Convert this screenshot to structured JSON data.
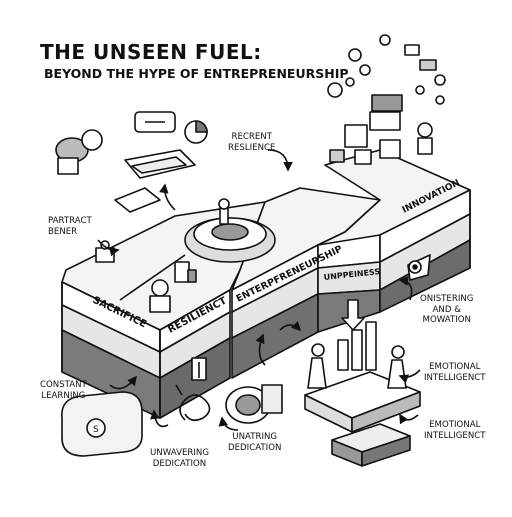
{
  "title": "THE UNSEEN FUEL:",
  "subtitle": "BEYOND THE HYPE OF ENTREPRENEURSHIP",
  "blocks": {
    "sacrifice": "SACRIFICE",
    "resilience": "RESILIENCT",
    "entrepreneurship": "ENTERPFRENEURSHIP",
    "unppeiness": "UNPPEINESS",
    "innovation": "INNOVATION"
  },
  "callouts": {
    "recrent": [
      "RECRENT",
      "RESLIENCE"
    ],
    "partract": [
      "PARTRACT",
      "BENER"
    ],
    "onistering": [
      "ONISTERING",
      "AND &",
      "MOWATION"
    ],
    "emotional_1": [
      "EMOTIONAL",
      "INTELLIGENCT"
    ],
    "emotional_2": [
      "EMOTIONAL",
      "INTELLIGENCT"
    ],
    "constant": [
      "CONSTANT",
      "LEARNING"
    ],
    "unwavering": [
      "UNWAVERING",
      "DEDICATION"
    ],
    "unatring": [
      "UNATRING",
      "DEDICATION"
    ]
  },
  "icons": [
    "engine-icon",
    "handshake-icon",
    "pie-chart-icon",
    "maze-icon",
    "gears-icon",
    "robot-icon",
    "rocket-icon",
    "target-icon",
    "lightbulb-icon",
    "clock-icon",
    "cityscape-icon",
    "crowd-icon",
    "brain-icon",
    "spiral-icon",
    "pipe-valve-icon",
    "bar-chart-icon",
    "puzzle-icon",
    "person-icon"
  ]
}
